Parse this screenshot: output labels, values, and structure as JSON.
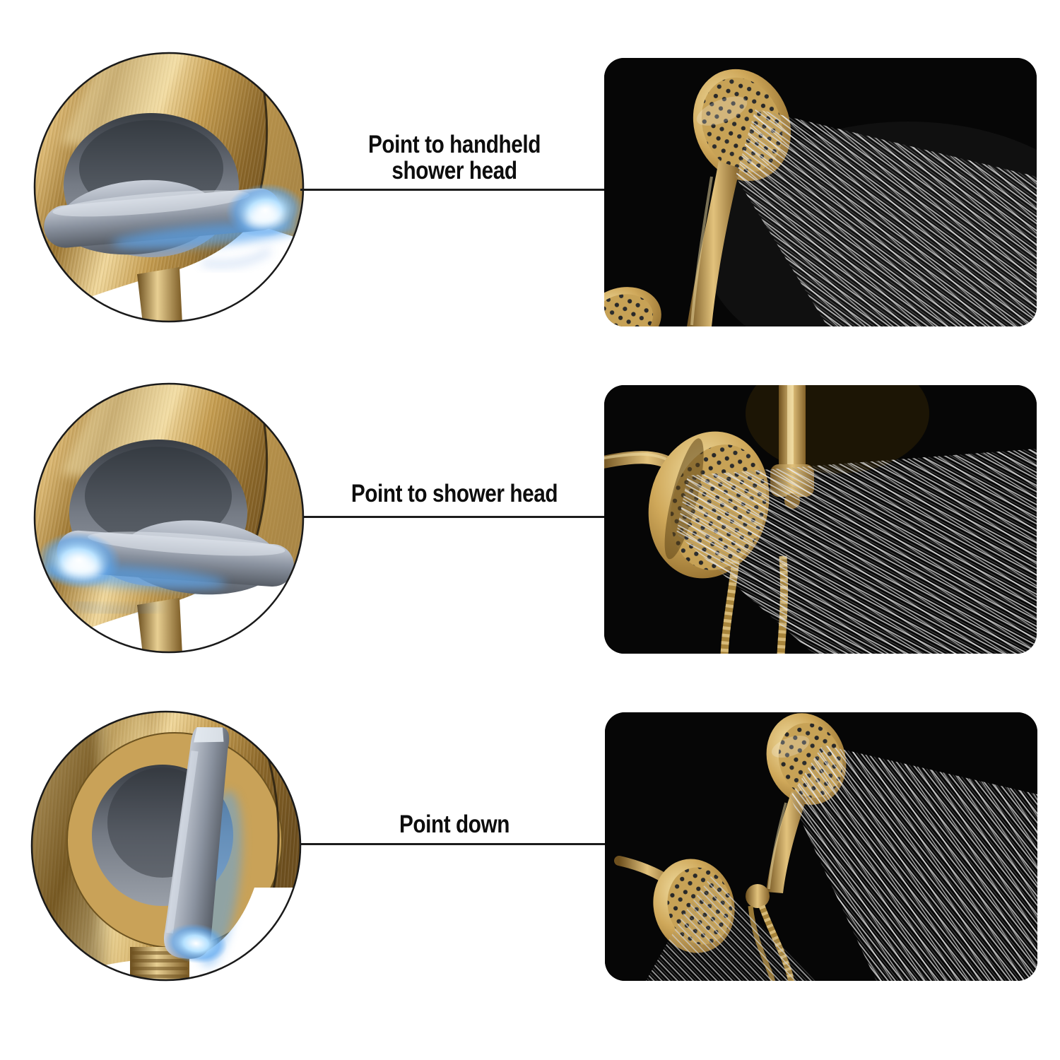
{
  "infographic": {
    "subject": "shower-diverter-lever-positions",
    "rows": [
      {
        "label_lines": [
          "Point to handheld",
          "shower head"
        ],
        "lever_direction": "right",
        "photo_subject": "handheld-shower-head-spraying"
      },
      {
        "label_lines": [
          "Point to shower head"
        ],
        "lever_direction": "left",
        "photo_subject": "fixed-shower-head-spraying"
      },
      {
        "label_lines": [
          "Point down"
        ],
        "lever_direction": "down",
        "photo_subject": "both-shower-heads-spraying"
      }
    ],
    "colors": {
      "background": "#ffffff",
      "text": "#0d0d0d",
      "callout_line": "#1c1c1c",
      "brass_gold": "#c9a45c",
      "lever_gray": "#8b93a0",
      "indicator_blue": "#63b0f2",
      "photo_background": "#050505"
    }
  }
}
